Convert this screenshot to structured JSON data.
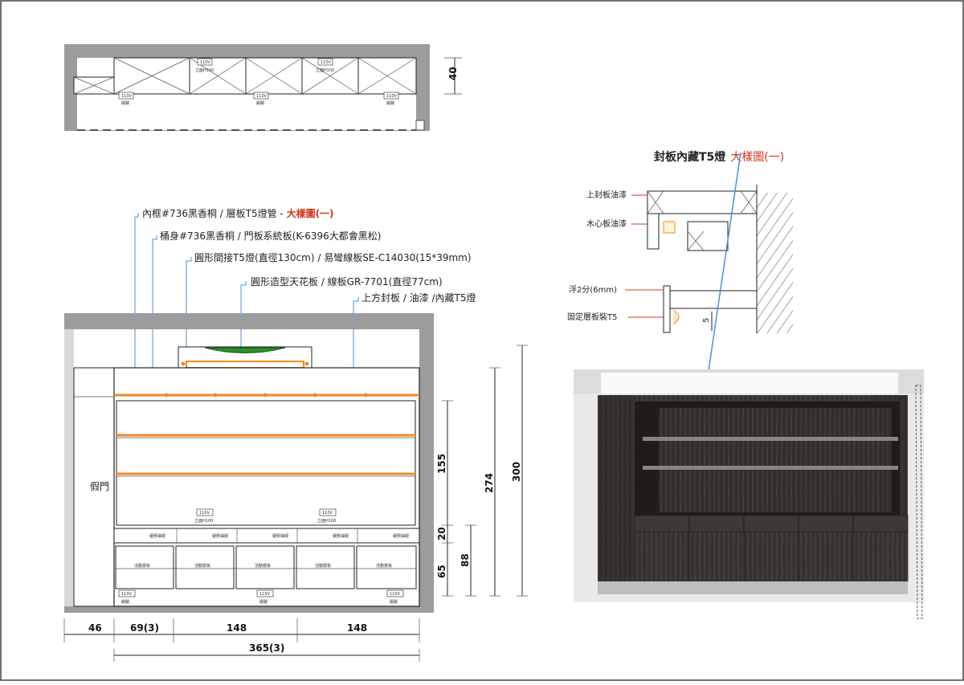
{
  "plan": {
    "dim_height": "40",
    "socket_upper": "110V",
    "socket_upper_sub": "立面H100",
    "socket_lower": "110V",
    "socket_lower_sub": "踢腳"
  },
  "elevation": {
    "callouts": [
      {
        "text": "內框#736黑香桐 / 層板T5燈管 - ",
        "red": "大樣圖(一)"
      },
      {
        "text": "桶身#736黑香桐 / 門板系統板(K-6396大都會黑松)",
        "red": ""
      },
      {
        "text": "圓形間接T5燈(直徑130cm) / 易彎線板SE-C14030(15*39mm)",
        "red": ""
      },
      {
        "text": "圓形造型天花板 / 線板GR-7701(直徑77cm)",
        "red": ""
      },
      {
        "text": "上方封板 / 油漆 /內藏T5燈",
        "red": ""
      }
    ],
    "false_door": "假門",
    "drawer_tag": "緩衝抽屜",
    "shelf_tag": "活動層板",
    "socket": "110V",
    "socket_sub_mid": "立面H100",
    "socket_sub_kick": "踢腳",
    "dims_vertical": [
      "155",
      "20",
      "65",
      "88",
      "274",
      "300"
    ],
    "dims_horizontal": [
      "46",
      "69(3)",
      "148",
      "148"
    ],
    "dim_total": "365(3)"
  },
  "detail": {
    "title": "封板內藏T5燈",
    "title_red": "大樣圖(一)",
    "labels": [
      "上封板油漆",
      "木心板油漆",
      "浮2分(6mm)",
      "固定層板裝T5"
    ],
    "dim_small": "5"
  },
  "colors": {
    "wall": "#9c9c9c",
    "led": "#f08a2a",
    "leader_blue": "#4a90d9",
    "red_text": "#d8341c",
    "wood_dark": "#3a3532"
  }
}
